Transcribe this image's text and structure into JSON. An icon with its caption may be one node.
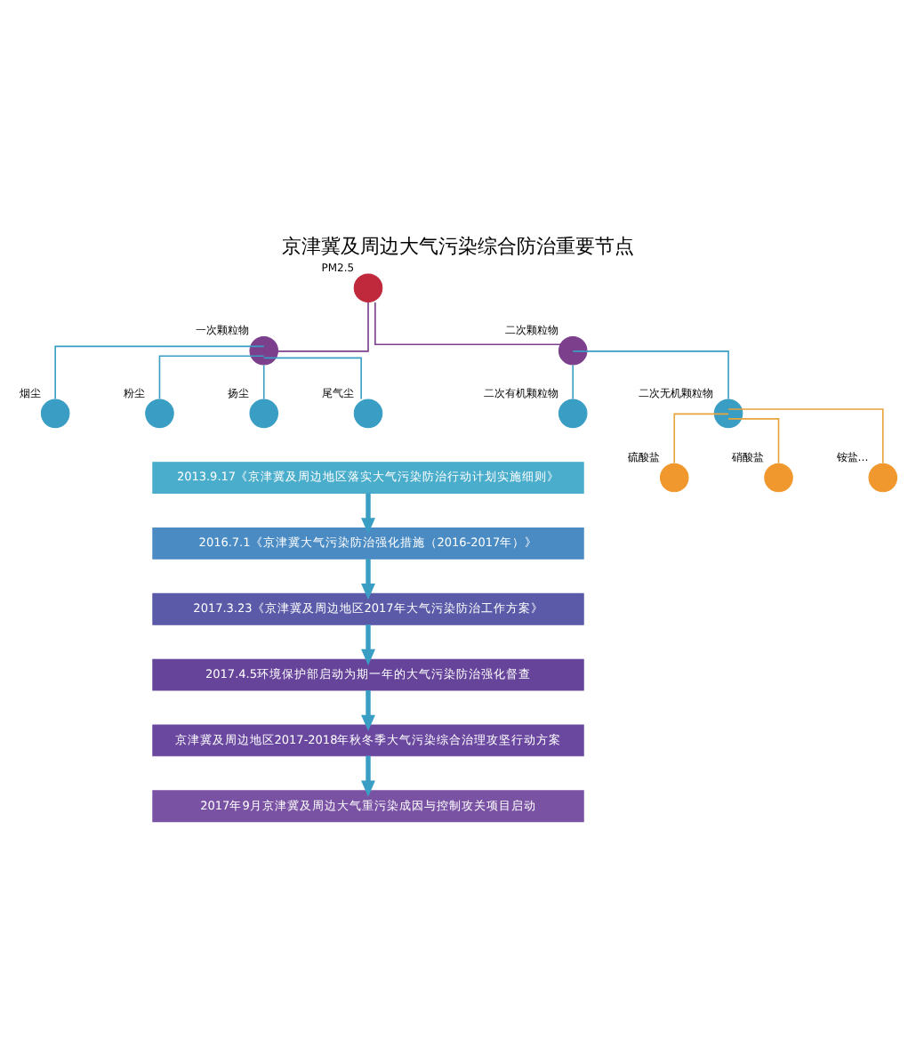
{
  "diagram": {
    "title": "京津冀及周边大气污染综合防治重要节点",
    "nodes": [
      {
        "text": [],
        "shape": "circle",
        "beside": [
          "PM2.5"
        ]
      },
      {
        "text": [],
        "shape": "circle",
        "beside": [
          "一次颗粒物"
        ]
      },
      {
        "text": [],
        "shape": "circle",
        "beside": [
          "二次颗粒物"
        ]
      },
      {
        "text": [],
        "shape": "circle",
        "beside": [
          "烟尘"
        ]
      },
      {
        "text": [],
        "shape": "circle",
        "beside": [
          "粉尘"
        ]
      },
      {
        "text": [],
        "shape": "circle",
        "beside": [
          "扬尘"
        ]
      },
      {
        "text": [],
        "shape": "circle",
        "beside": [
          "尾气尘"
        ]
      },
      {
        "text": [],
        "shape": "circle",
        "beside": [
          "二次有机颗粒物"
        ]
      },
      {
        "text": [],
        "shape": "circle",
        "beside": [
          "二次无机颗粒物"
        ]
      },
      {
        "text": [],
        "shape": "circle",
        "beside": [
          "硫酸盐"
        ]
      },
      {
        "text": [],
        "shape": "circle",
        "beside": [
          "硝酸盐"
        ]
      },
      {
        "text": [],
        "shape": "circle",
        "beside": [
          "铵盐…"
        ]
      },
      {
        "text": [
          "2013.9.17《京津冀及周边地区落实大气污染防治行动计划实施细则》"
        ]
      },
      {
        "text": [
          "2016.7.1《京津冀大气污染防治强化措施（2016-2017年）》"
        ]
      },
      {
        "text": [
          "2017.3.23《京津冀及周边地区2017年大气污染防治工作方案》"
        ]
      },
      {
        "text": [
          "2017.4.5环境保护部启动为期一年的大气污染防治强化督查"
        ]
      },
      {
        "text": [
          "京津冀及周边地区2017-2018年秋冬季大气污染综合治理攻坚行动方案"
        ]
      },
      {
        "text": [
          "2017年9月京津冀及周边大气重污染成因与控制攻关项目启动"
        ]
      }
    ],
    "edges": [
      {
        "from": 0,
        "to": 1,
        "arrow": "none",
        "color": "#7b3f8c"
      },
      {
        "from": 0,
        "to": 2,
        "arrow": "none",
        "color": "#7b3f8c"
      },
      {
        "from": 1,
        "to": 3,
        "arrow": "none"
      },
      {
        "from": 1,
        "to": 4,
        "arrow": "none"
      },
      {
        "from": 1,
        "to": 5,
        "arrow": "none"
      },
      {
        "from": 1,
        "to": 6,
        "arrow": "none"
      },
      {
        "from": 2,
        "to": 7,
        "arrow": "none"
      },
      {
        "from": 2,
        "to": 8,
        "arrow": "none"
      },
      {
        "from": 8,
        "to": 9,
        "arrow": "none",
        "color": "#e8a33a"
      },
      {
        "from": 8,
        "to": 10,
        "arrow": "none",
        "color": "#e8a33a"
      },
      {
        "from": 8,
        "to": 11,
        "arrow": "none",
        "color": "#e8a33a"
      },
      {
        "from": 12,
        "to": 13,
        "arrow": "to",
        "style": "thick"
      },
      {
        "from": 13,
        "to": 14,
        "arrow": "to",
        "style": "thick"
      },
      {
        "from": 14,
        "to": 15,
        "arrow": "to",
        "style": "thick"
      },
      {
        "from": 15,
        "to": 16,
        "arrow": "to",
        "style": "thick"
      },
      {
        "from": 16,
        "to": 17,
        "arrow": "to",
        "style": "thick"
      }
    ]
  }
}
